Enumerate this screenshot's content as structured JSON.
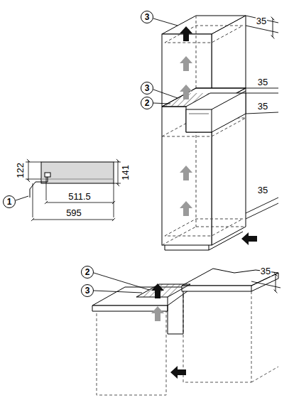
{
  "diagram": {
    "nodes": [
      {
        "text": [
          "3"
        ]
      },
      {
        "text": [
          "3"
        ]
      },
      {
        "text": [
          "2"
        ]
      },
      {
        "text": [
          "1"
        ]
      },
      {
        "text": [
          "2"
        ]
      },
      {
        "text": [
          "3"
        ]
      }
    ],
    "labels": [
      "35",
      "35",
      "35",
      "122",
      "141",
      "511.5",
      "595",
      "35",
      "35"
    ]
  }
}
